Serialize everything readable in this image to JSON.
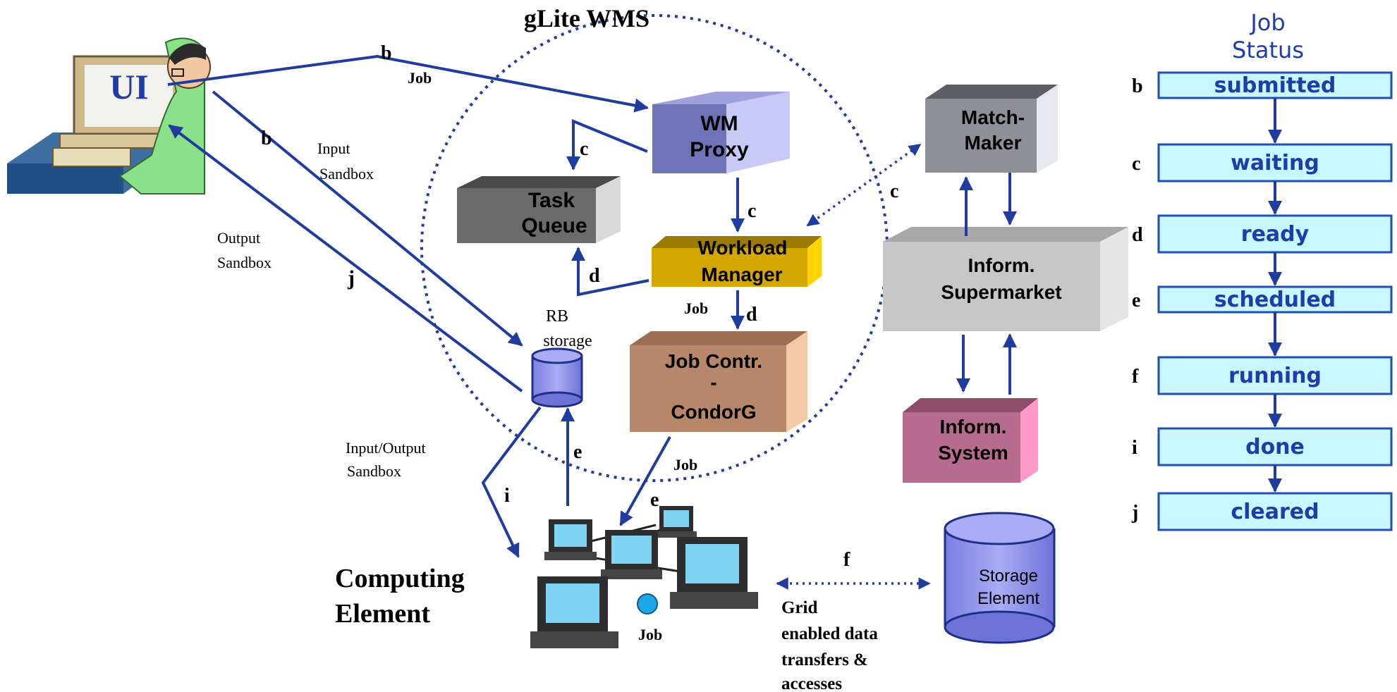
{
  "title": "gLite WMS",
  "ui": {
    "label": "UI"
  },
  "components": {
    "wm_proxy": [
      "WM",
      "Proxy"
    ],
    "task_queue": [
      "Task",
      "Queue"
    ],
    "workload_manager": [
      "Workload",
      "Manager"
    ],
    "job_controller": [
      "Job Contr.",
      "-",
      "CondorG"
    ],
    "match_maker": [
      "Match-",
      "Maker"
    ],
    "inform_supermarket": [
      "Inform.",
      "Supermarket"
    ],
    "inform_system": [
      "Inform.",
      "System"
    ],
    "rb_storage": [
      "RB",
      "storage"
    ],
    "storage_element": [
      "Storage",
      "Element"
    ],
    "computing_element": [
      "Computing",
      "Element"
    ]
  },
  "flow_labels": {
    "b_top": "b",
    "job_top": "Job",
    "b_left": "b",
    "input_sandbox": [
      "Input",
      "Sandbox"
    ],
    "output_sandbox": [
      "Output",
      "Sandbox"
    ],
    "j": "j",
    "c_proxy_queue": "c",
    "c_proxy_wm": "c",
    "c_matchmaker": "c",
    "d_wm_queue": "d",
    "job_wm_jc": "Job",
    "d_wm_jc": "d",
    "io_sandbox": [
      "Input/Output",
      "Sandbox"
    ],
    "i": "i",
    "e_rb": "e",
    "job_jc_ce": "Job",
    "e_ce": "e",
    "job_ce": "Job",
    "f": "f",
    "grid_transfers": [
      "Grid",
      "enabled data",
      "transfers &",
      "accesses"
    ]
  },
  "job_status": {
    "title": [
      "Job",
      "Status"
    ],
    "states": [
      {
        "step": "b",
        "label": "submitted"
      },
      {
        "step": "c",
        "label": "waiting"
      },
      {
        "step": "d",
        "label": "ready"
      },
      {
        "step": "e",
        "label": "scheduled"
      },
      {
        "step": "f",
        "label": "running"
      },
      {
        "step": "i",
        "label": "done"
      },
      {
        "step": "j",
        "label": "cleared"
      }
    ]
  },
  "colors": {
    "arrow": "#1f3c9e",
    "status_box": "#c9f7ff",
    "status_border": "#1f4fb5",
    "wm_proxy": "#6f73b8",
    "task_queue": "#6b6b6b",
    "workload_manager": "#d4a700",
    "job_controller": "#b8876a",
    "match_maker": "#8f8f97",
    "inform_supermarket": "#c7c7c7",
    "inform_system": "#b76b8e",
    "storage": "#8c90ee"
  }
}
